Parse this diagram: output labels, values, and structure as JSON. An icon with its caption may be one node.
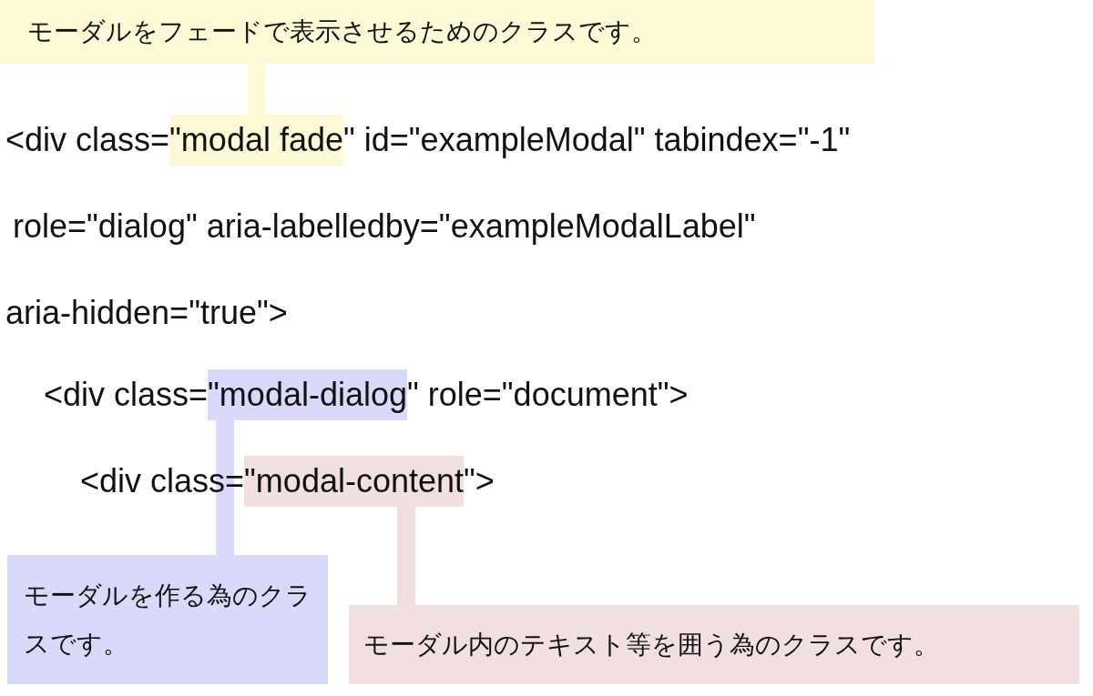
{
  "diagram": {
    "nodes": [
      {
        "text": [
          "モーダルをフェードで表示させるためのクラスです。"
        ]
      },
      {
        "text": [
          "\"modal fade"
        ]
      },
      {
        "text": [
          "\"modal-dialog"
        ]
      },
      {
        "text": [
          "\"modal-content"
        ]
      },
      {
        "text": [
          "モーダルを作る為のクラスです。"
        ]
      },
      {
        "text": [
          "モーダル内のテキスト等を囲う為のクラスです。"
        ]
      }
    ],
    "edges": [
      {
        "from": 0,
        "to": 1,
        "arrow": "none",
        "color": "#fcfad6"
      },
      {
        "from": 4,
        "to": 2,
        "arrow": "none",
        "color": "#d9d9fb"
      },
      {
        "from": 5,
        "to": 3,
        "arrow": "none",
        "color": "#f2dfdf"
      }
    ],
    "labels": [
      "<div class=",
      "\" id=\"exampleModal\" tabindex=\"-1\"",
      "role=\"dialog\" aria-labelledby=\"exampleModalLabel\"",
      "aria-hidden=\"true\">",
      "<div class=",
      "\" role=\"document\">",
      "<div class=",
      "\">"
    ]
  }
}
